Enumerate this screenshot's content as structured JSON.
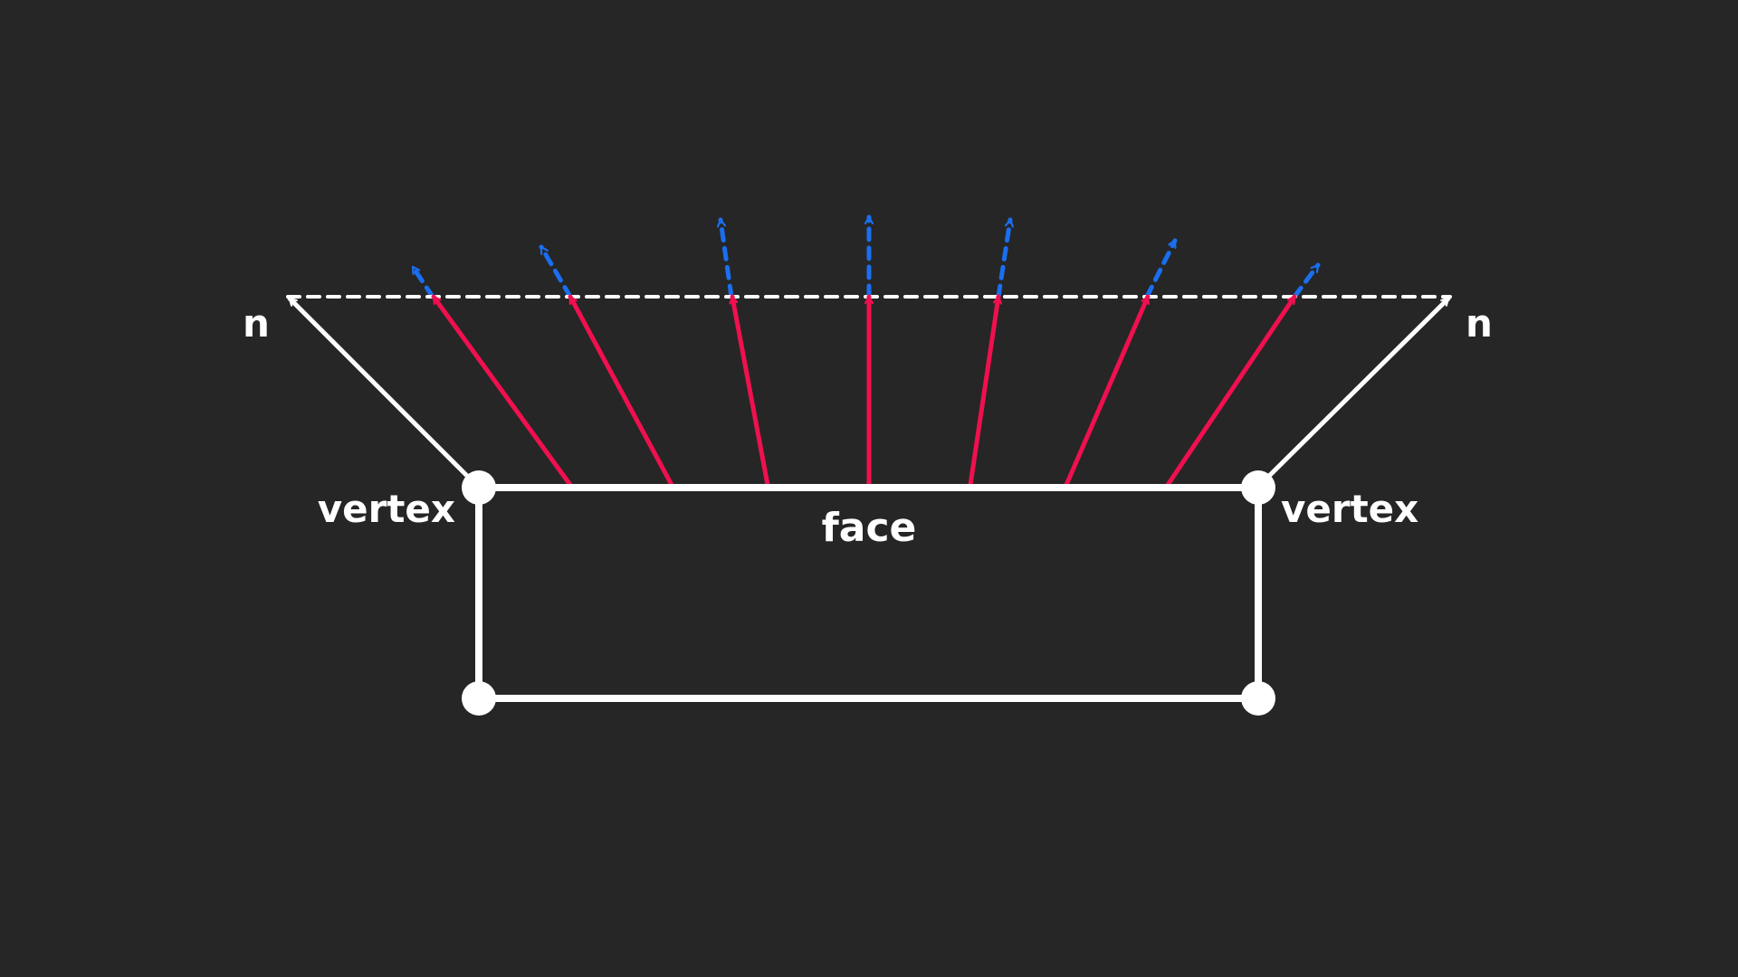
{
  "labels": {
    "normal_left": "n",
    "normal_right": "n",
    "vertex_left": "vertex",
    "vertex_right": "vertex",
    "face": "face"
  },
  "colors": {
    "background": "#262626",
    "edge": "#ffffff",
    "interpolated_normal": "#f0104f",
    "normalized_extension": "#1a6ef0",
    "reference_line": "#ffffff"
  },
  "legend_meaning": {
    "white_arrows": "vertex normals",
    "red_arrows": "interpolated normals across the face",
    "blue_dashed_arrows": "normalized extension",
    "white_dashed_line": "linear interpolation between vertex normals"
  }
}
